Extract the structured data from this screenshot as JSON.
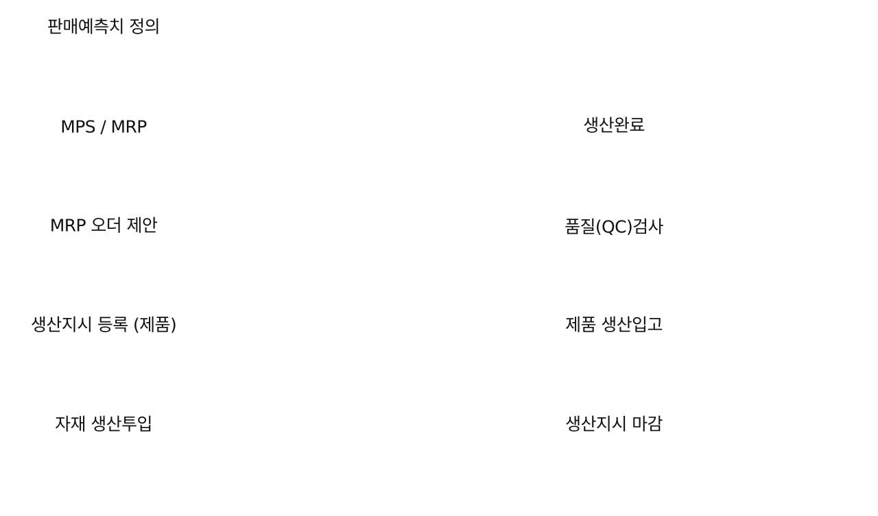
{
  "left_column": {
    "sales_forecast": "판매예측치 정의",
    "mps_mrp": "MPS / MRP",
    "mrp_order_proposal": "MRP 오더 제안",
    "production_order_registration": "생산지시 등록 (제품)",
    "material_production_input": "자재 생산투입"
  },
  "right_column": {
    "production_complete": "생산완료",
    "quality_inspection": "품질(QC)검사",
    "product_production_receipt": "제품 생산입고",
    "production_order_close": "생산지시 마감"
  }
}
